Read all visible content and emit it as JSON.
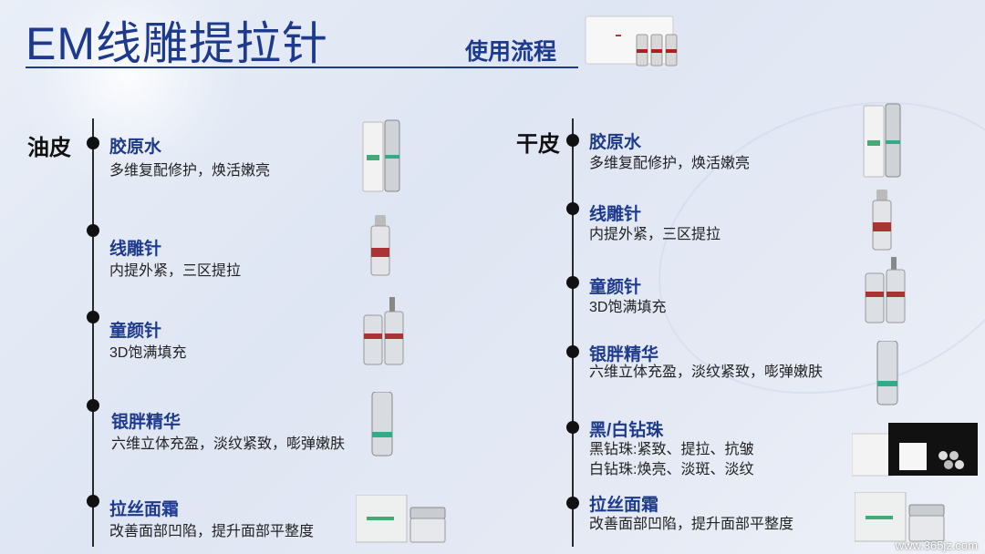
{
  "header": {
    "title": "EM线雕提拉针",
    "subtitle": "使用流程"
  },
  "oily": {
    "label": "油皮",
    "steps": [
      {
        "name": "胶原水",
        "desc": "多维复配修护，焕活嫩亮"
      },
      {
        "name": "线雕针",
        "desc": "内提外紧，三区提拉"
      },
      {
        "name": "童颜针",
        "desc": "3D饱满填充"
      },
      {
        "name": "银胖精华",
        "desc": "六维立体充盈，淡纹紧致，嘭弹嫩肤"
      },
      {
        "name": "拉丝面霜",
        "desc": "改善面部凹陷，提升面部平整度"
      }
    ]
  },
  "dry": {
    "label": "干皮",
    "steps": [
      {
        "name": "胶原水",
        "desc": "多维复配修护，焕活嫩亮"
      },
      {
        "name": "线雕针",
        "desc": "内提外紧，三区提拉"
      },
      {
        "name": "童颜针",
        "desc": "3D饱满填充"
      },
      {
        "name": "银胖精华",
        "desc": "六维立体充盈，淡纹紧致，嘭弹嫩肤"
      },
      {
        "name": "黑/白钻珠",
        "desc": "黑钻珠:紧致、提拉、抗皱",
        "desc2": "白钻珠:焕亮、淡斑、淡纹"
      },
      {
        "name": "拉丝面霜",
        "desc": "改善面部凹陷，提升面部平整度"
      }
    ]
  },
  "watermark": "www.365jz.com",
  "colors": {
    "accent": "#1e3a8c",
    "dot": "#111111"
  }
}
